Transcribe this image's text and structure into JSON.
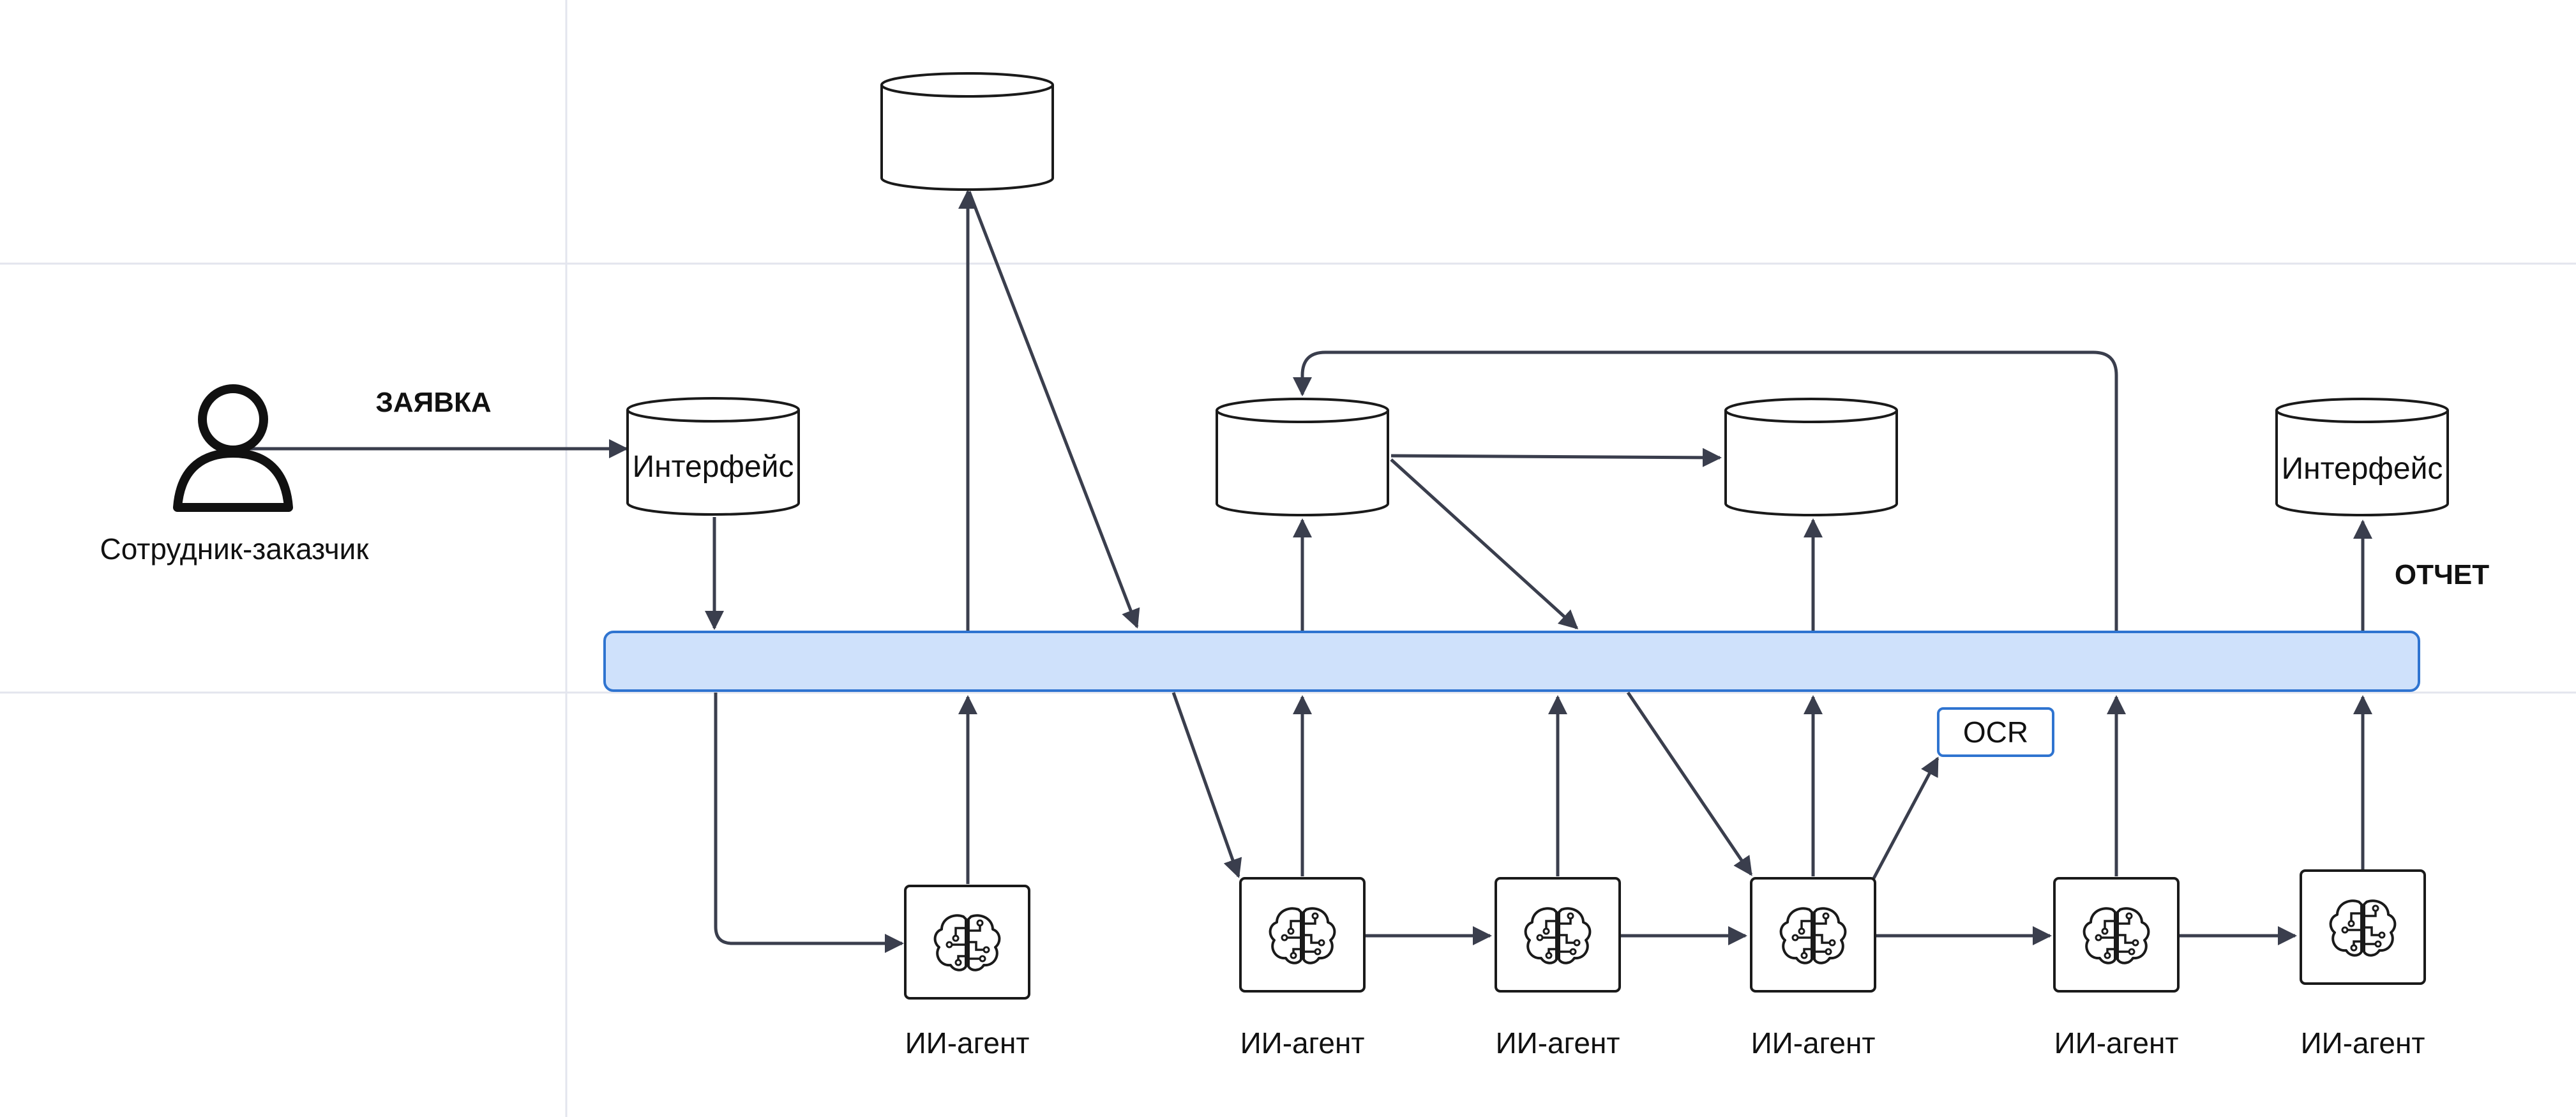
{
  "labels": {
    "actor": "Сотрудник-заказчик",
    "request": "ЗАЯВКА",
    "report": "ОТЧЕТ",
    "interface_in": "Интерфейс",
    "interface_out": "Интерфейс",
    "ocr": "OCR",
    "agent_1": "ИИ-агент",
    "agent_2": "ИИ-агент",
    "agent_3": "ИИ-агент",
    "agent_4": "ИИ-агент",
    "agent_5": "ИИ-агент",
    "agent_6": "ИИ-агент"
  },
  "icons": {
    "actor": "person-icon",
    "agent": "brain-circuit-icon",
    "storage": "database-cylinder-icon"
  },
  "colors": {
    "bus_fill": "#cfe1fb",
    "bus_stroke": "#2f74d0",
    "ocr_stroke": "#2f74d0",
    "edge": "#3a3e4d"
  }
}
